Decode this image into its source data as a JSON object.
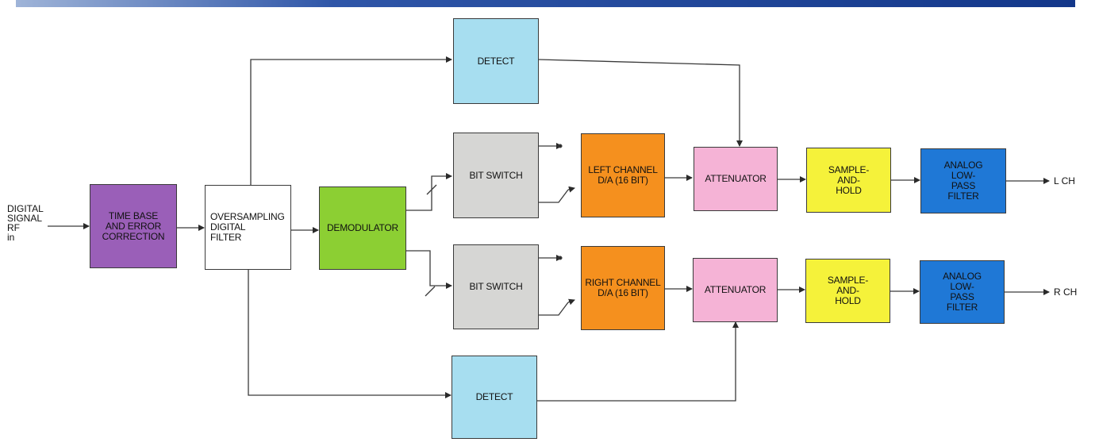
{
  "input_label": "DIGITAL\nSIGNAL\nRF\nin",
  "blocks": {
    "time_base": {
      "label": "TIME BASE\nAND ERROR\nCORRECTION",
      "color": "#9a5fb8"
    },
    "oversampling": {
      "label": "OVERSAMPLING\nDIGITAL\nFILTER",
      "color": "#ffffff"
    },
    "demodulator": {
      "label": "DEMODULATOR",
      "color": "#8ccf33"
    },
    "detect_top": {
      "label": "DETECT",
      "color": "#a7def0"
    },
    "detect_bottom": {
      "label": "DETECT",
      "color": "#a7def0"
    },
    "bit_switch_top": {
      "label": "BIT SWITCH",
      "color": "#d6d6d4"
    },
    "bit_switch_bottom": {
      "label": "BIT SWITCH",
      "color": "#d6d6d4"
    },
    "left_da": {
      "label": "LEFT CHANNEL\nD/A (16 BIT)",
      "color": "#f5901e"
    },
    "right_da": {
      "label": "RIGHT CHANNEL\nD/A (16 BIT)",
      "color": "#f5901e"
    },
    "attenuator_top": {
      "label": "ATTENUATOR",
      "color": "#f5b3d6"
    },
    "attenuator_bottom": {
      "label": "ATTENUATOR",
      "color": "#f5b3d6"
    },
    "sample_hold_top": {
      "label": "SAMPLE-\nAND-\nHOLD",
      "color": "#f5f23a"
    },
    "sample_hold_bottom": {
      "label": "SAMPLE-\nAND-\nHOLD",
      "color": "#f5f23a"
    },
    "lpf_top": {
      "label": "ANALOG\nLOW-\nPASS\nFILTER",
      "color": "#1f78d6"
    },
    "lpf_bottom": {
      "label": "ANALOG\nLOW-\nPASS\nFILTER",
      "color": "#1f78d6"
    }
  },
  "outputs": {
    "left": "L CH",
    "right": "R CH"
  },
  "colors": {
    "wire": "#3a3a3a",
    "top_bar": "#1a3f8f"
  }
}
